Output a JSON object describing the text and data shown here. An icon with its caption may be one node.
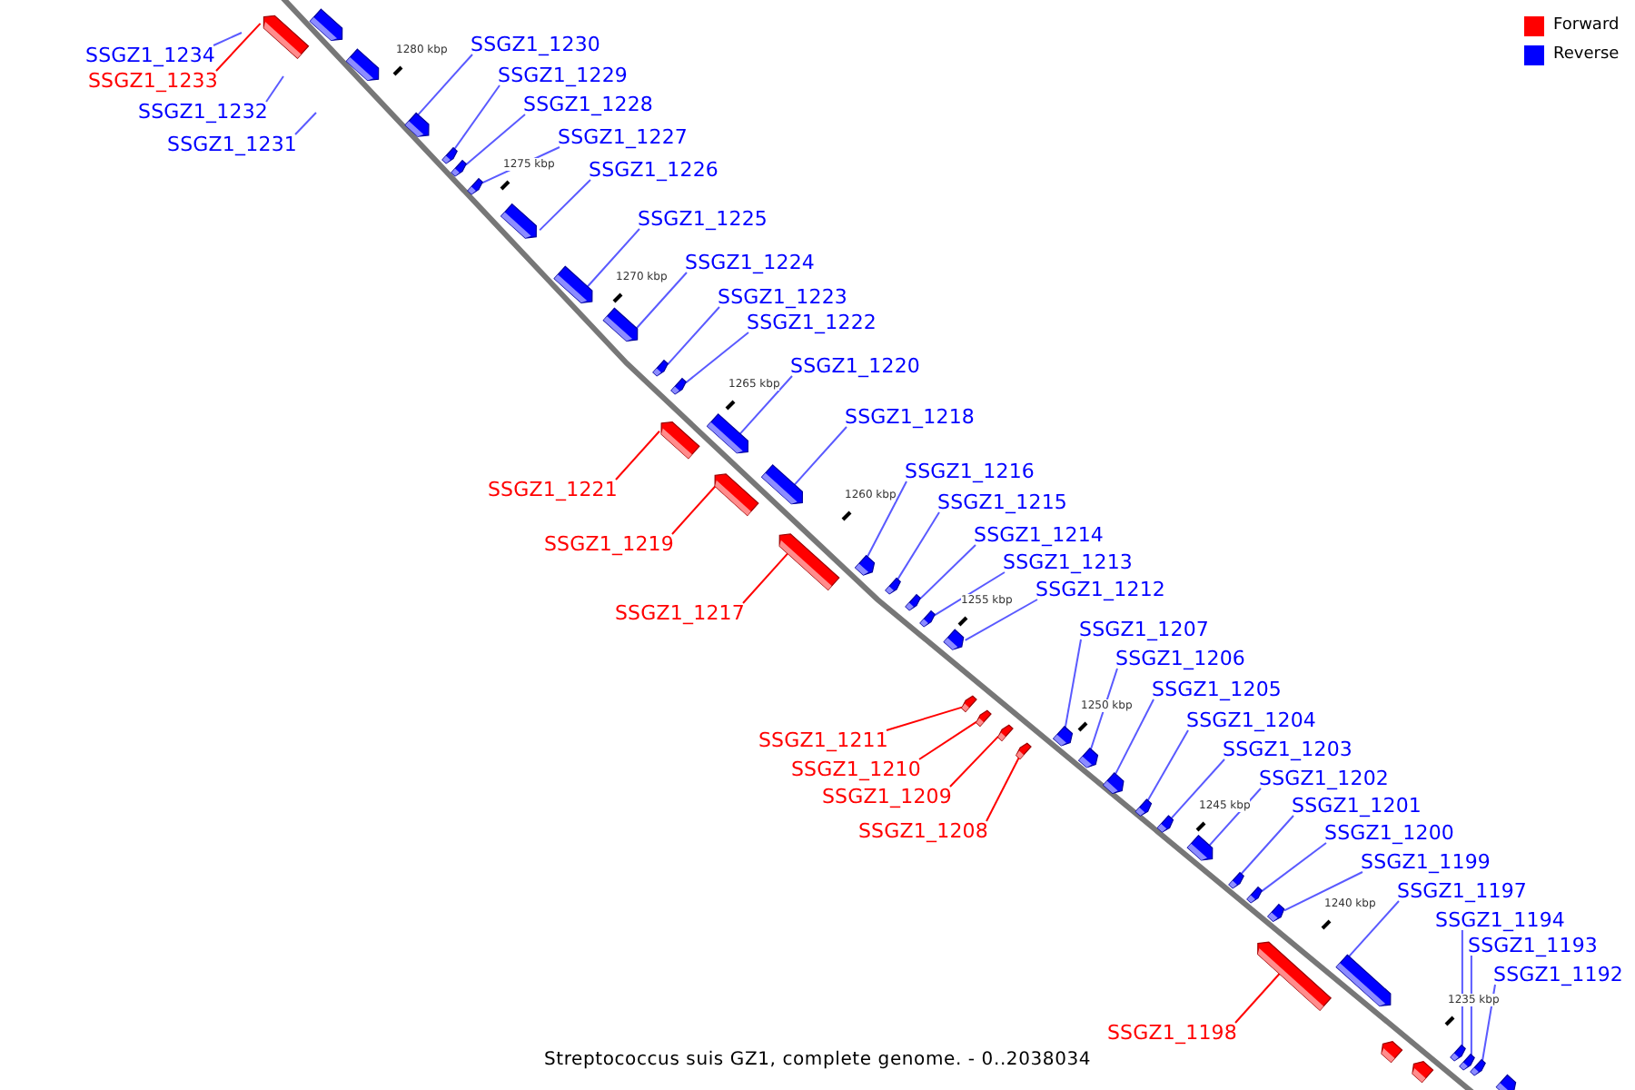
{
  "diagram": {
    "caption": "Streptococcus suis GZ1, complete genome. - 0..2038034",
    "nodes": [
      {
        "text": [
          "SSGZ1_1234"
        ]
      },
      {
        "text": [
          "SSGZ1_1233"
        ]
      },
      {
        "text": [
          "SSGZ1_1232"
        ]
      },
      {
        "text": [
          "SSGZ1_1231"
        ]
      },
      {
        "text": [
          "SSGZ1_1230"
        ]
      },
      {
        "text": [
          "SSGZ1_1229"
        ]
      },
      {
        "text": [
          "SSGZ1_1228"
        ]
      },
      {
        "text": [
          "SSGZ1_1227"
        ]
      },
      {
        "text": [
          "SSGZ1_1226"
        ]
      },
      {
        "text": [
          "SSGZ1_1225"
        ]
      },
      {
        "text": [
          "SSGZ1_1224"
        ]
      },
      {
        "text": [
          "SSGZ1_1223"
        ]
      },
      {
        "text": [
          "SSGZ1_1222"
        ]
      },
      {
        "text": [
          "SSGZ1_1220"
        ]
      },
      {
        "text": [
          "SSGZ1_1221"
        ]
      },
      {
        "text": [
          "SSGZ1_1218"
        ]
      },
      {
        "text": [
          "SSGZ1_1219"
        ]
      },
      {
        "text": [
          "SSGZ1_1216"
        ]
      },
      {
        "text": [
          "SSGZ1_1215"
        ]
      },
      {
        "text": [
          "SSGZ1_1214"
        ]
      },
      {
        "text": [
          "SSGZ1_1213"
        ]
      },
      {
        "text": [
          "SSGZ1_1217"
        ]
      },
      {
        "text": [
          "SSGZ1_1212"
        ]
      },
      {
        "text": [
          "SSGZ1_1207"
        ]
      },
      {
        "text": [
          "SSGZ1_1206"
        ]
      },
      {
        "text": [
          "SSGZ1_1205"
        ]
      },
      {
        "text": [
          "SSGZ1_1211"
        ]
      },
      {
        "text": [
          "SSGZ1_1204"
        ]
      },
      {
        "text": [
          "SSGZ1_1210"
        ]
      },
      {
        "text": [
          "SSGZ1_1203"
        ]
      },
      {
        "text": [
          "SSGZ1_1209"
        ]
      },
      {
        "text": [
          "SSGZ1_1202"
        ]
      },
      {
        "text": [
          "SSGZ1_1201"
        ]
      },
      {
        "text": [
          "SSGZ1_1208"
        ]
      },
      {
        "text": [
          "SSGZ1_1200"
        ]
      },
      {
        "text": [
          "SSGZ1_1199"
        ]
      },
      {
        "text": [
          "SSGZ1_1197"
        ]
      },
      {
        "text": [
          "SSGZ1_1194"
        ]
      },
      {
        "text": [
          "SSGZ1_1193"
        ]
      },
      {
        "text": [
          "SSGZ1_1192"
        ]
      },
      {
        "text": [
          "SSGZ1_1198"
        ]
      },
      {
        "text": [],
        "shape": "box"
      },
      {
        "text": [],
        "shape": "box"
      },
      {
        "text": [],
        "shape": "box"
      },
      {
        "text": [],
        "shape": "box"
      },
      {
        "text": [],
        "shape": "box"
      },
      {
        "text": [],
        "shape": "box"
      },
      {
        "text": [],
        "shape": "box"
      },
      {
        "text": [],
        "shape": "box"
      },
      {
        "text": [],
        "shape": "box"
      },
      {
        "text": [],
        "shape": "box"
      },
      {
        "text": [],
        "shape": "box"
      },
      {
        "text": [],
        "shape": "box"
      },
      {
        "text": [],
        "shape": "box"
      },
      {
        "text": [],
        "shape": "box"
      },
      {
        "text": [],
        "shape": "box"
      },
      {
        "text": [],
        "shape": "box"
      },
      {
        "text": [],
        "shape": "box"
      },
      {
        "text": [],
        "shape": "box"
      },
      {
        "text": [],
        "shape": "box"
      },
      {
        "text": [],
        "shape": "box"
      },
      {
        "text": [],
        "shape": "box"
      },
      {
        "text": [],
        "shape": "box"
      },
      {
        "text": [],
        "shape": "box"
      },
      {
        "text": [],
        "shape": "box"
      },
      {
        "text": [],
        "shape": "box"
      },
      {
        "text": [],
        "shape": "box"
      },
      {
        "text": [],
        "shape": "box"
      },
      {
        "text": [],
        "shape": "box"
      },
      {
        "text": [],
        "shape": "box"
      },
      {
        "text": [],
        "shape": "box"
      },
      {
        "text": [],
        "shape": "box"
      },
      {
        "text": [],
        "shape": "box"
      },
      {
        "text": [],
        "shape": "box"
      },
      {
        "text": [],
        "shape": "box"
      },
      {
        "text": [],
        "shape": "box"
      },
      {
        "text": [],
        "shape": "box"
      },
      {
        "text": [],
        "shape": "box"
      },
      {
        "text": [],
        "shape": "box"
      },
      {
        "text": [],
        "shape": "box"
      },
      {
        "text": [],
        "shape": "box"
      },
      {
        "text": [],
        "shape": "box"
      },
      {
        "text": [],
        "shape": "box"
      },
      {
        "text": [],
        "shape": "box"
      }
    ],
    "edges": [
      {
        "from": 0,
        "to": null,
        "arrow": "none"
      },
      {
        "from": 1,
        "to": 73,
        "arrow": "none",
        "color": "#ff0000"
      },
      {
        "from": 2,
        "to": null,
        "arrow": "none"
      },
      {
        "from": 3,
        "to": null,
        "arrow": "none"
      },
      {
        "from": 4,
        "to": 43,
        "arrow": "none"
      },
      {
        "from": 5,
        "to": 44,
        "arrow": "none"
      },
      {
        "from": 6,
        "to": 45,
        "arrow": "none"
      },
      {
        "from": 7,
        "to": 46,
        "arrow": "none"
      },
      {
        "from": 8,
        "to": 47,
        "arrow": "none"
      },
      {
        "from": 9,
        "to": 48,
        "arrow": "none"
      },
      {
        "from": 10,
        "to": 49,
        "arrow": "none"
      },
      {
        "from": 11,
        "to": 50,
        "arrow": "none"
      },
      {
        "from": 12,
        "to": 51,
        "arrow": "none"
      },
      {
        "from": 13,
        "to": 52,
        "arrow": "none"
      },
      {
        "from": 14,
        "to": 74,
        "arrow": "none",
        "color": "#ff0000"
      },
      {
        "from": 15,
        "to": 53,
        "arrow": "none"
      },
      {
        "from": 16,
        "to": 75,
        "arrow": "none",
        "color": "#ff0000"
      },
      {
        "from": 17,
        "to": 54,
        "arrow": "none"
      },
      {
        "from": 18,
        "to": 55,
        "arrow": "none"
      },
      {
        "from": 19,
        "to": 56,
        "arrow": "none"
      },
      {
        "from": 20,
        "to": 57,
        "arrow": "none"
      },
      {
        "from": 21,
        "to": 76,
        "arrow": "none",
        "color": "#ff0000"
      },
      {
        "from": 22,
        "to": 58,
        "arrow": "none"
      },
      {
        "from": 23,
        "to": 59,
        "arrow": "none"
      },
      {
        "from": 24,
        "to": 60,
        "arrow": "none"
      },
      {
        "from": 25,
        "to": 61,
        "arrow": "none"
      },
      {
        "from": 26,
        "to": 77,
        "arrow": "none",
        "color": "#ff0000"
      },
      {
        "from": 27,
        "to": 62,
        "arrow": "none"
      },
      {
        "from": 28,
        "to": 78,
        "arrow": "none",
        "color": "#ff0000"
      },
      {
        "from": 29,
        "to": 63,
        "arrow": "none"
      },
      {
        "from": 30,
        "to": 79,
        "arrow": "none",
        "color": "#ff0000"
      },
      {
        "from": 31,
        "to": 64,
        "arrow": "none"
      },
      {
        "from": 32,
        "to": 65,
        "arrow": "none"
      },
      {
        "from": 33,
        "to": 80,
        "arrow": "none",
        "color": "#ff0000"
      },
      {
        "from": 34,
        "to": 66,
        "arrow": "none"
      },
      {
        "from": 35,
        "to": 67,
        "arrow": "none"
      },
      {
        "from": 36,
        "to": 68,
        "arrow": "none"
      },
      {
        "from": 37,
        "to": 69,
        "arrow": "none"
      },
      {
        "from": 38,
        "to": 70,
        "arrow": "none"
      },
      {
        "from": 39,
        "to": 71,
        "arrow": "none"
      },
      {
        "from": 40,
        "to": 81,
        "arrow": "none",
        "color": "#ff0000"
      }
    ],
    "labels": [
      "1280 kbp",
      "1275 kbp",
      "1270 kbp",
      "1265 kbp",
      "1260 kbp",
      "1255 kbp",
      "1250 kbp",
      "1245 kbp",
      "1240 kbp",
      "1235 kbp"
    ],
    "legend": [
      {
        "text": "Forward",
        "color": "#ff0000"
      },
      {
        "text": "Reverse",
        "color": "#0000ff"
      }
    ]
  }
}
